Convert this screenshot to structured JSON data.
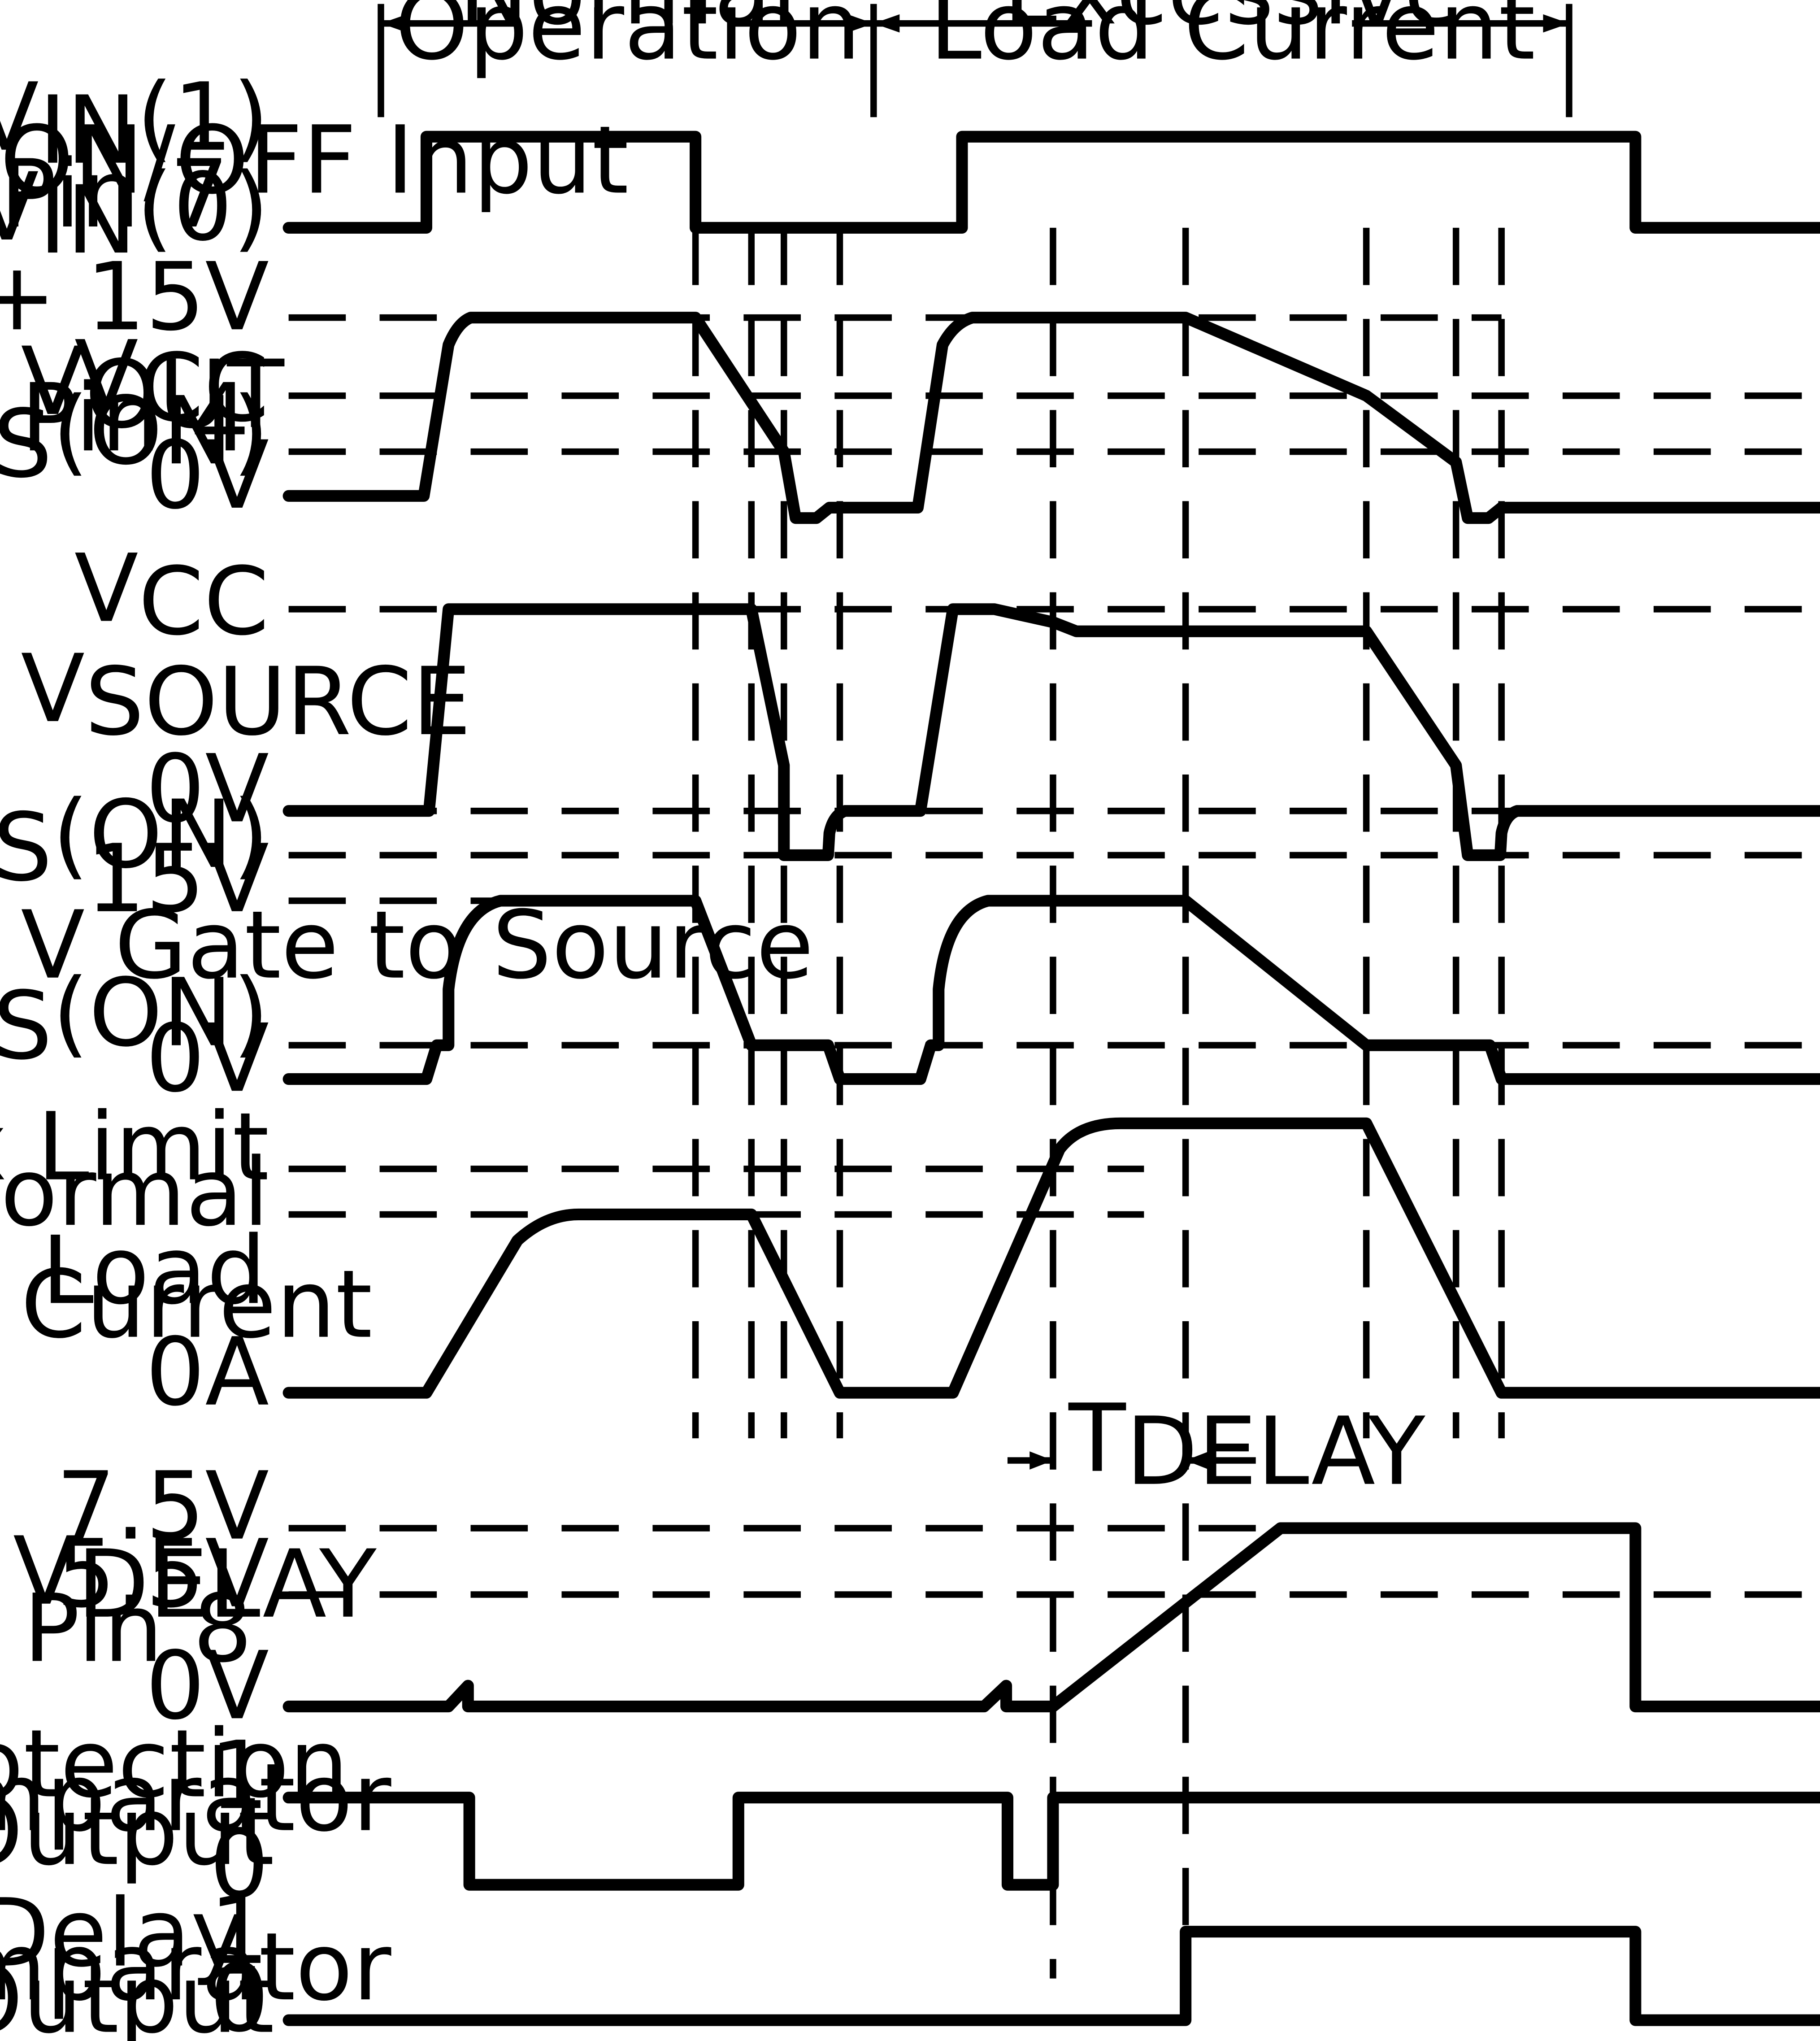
{
  "phases": {
    "normal_line1": "Normal",
    "normal_line2": "Operation",
    "excess_line1": "Excessive",
    "excess_line2": "Load Current"
  },
  "onoff": {
    "name_line1": "ON/OFF Input",
    "name_line2": "Pin 7",
    "high_label": "V",
    "high_sub": "IN",
    "high_suffix": "(1)",
    "low_label": "V",
    "low_sub": "IN",
    "low_suffix": "(0)"
  },
  "vout": {
    "name": "V",
    "name_sub": "OUT",
    "name_line2": "Pin 4",
    "level1": "V",
    "level1_sub": "CC",
    "level1_suffix": " + 15V",
    "level2": "V",
    "level2_sub": "CC",
    "level3": "V",
    "level3_sub": "GS",
    "level3_suffix": "(ON)",
    "level4": "0V"
  },
  "vsource": {
    "name": "V",
    "name_sub": "SOURCE",
    "level1": "V",
    "level1_sub": "CC",
    "level2": "0V",
    "level3": "-V",
    "level3_sub": "GS",
    "level3_suffix": "(ON)"
  },
  "vgate": {
    "name": "V Gate to Source",
    "level1": "15V",
    "level2": "V",
    "level2_sub": "GS",
    "level2_suffix": "(ON)",
    "level3": "0V"
  },
  "load": {
    "name_line1": "Load",
    "name_line2": "Current",
    "level1": "Max Limit",
    "level2": "Normal",
    "level3": "0A"
  },
  "tdelay": {
    "label": "T",
    "label_sub": "DELAY"
  },
  "vdelay": {
    "name": "V",
    "name_sub": "DELAY",
    "name_line2": "Pin 8",
    "level1": "7.5V",
    "level2": "5.5V",
    "level3": "0V"
  },
  "protection": {
    "name_line1": "Protection",
    "name_line2": "Comparator",
    "name_line3": "Output",
    "level1": "1",
    "level2": "0"
  },
  "delaycomp": {
    "name_line1": "Delay",
    "name_line2": "Comparator",
    "name_line3": "Output",
    "level1": "1",
    "level2": "0"
  }
}
